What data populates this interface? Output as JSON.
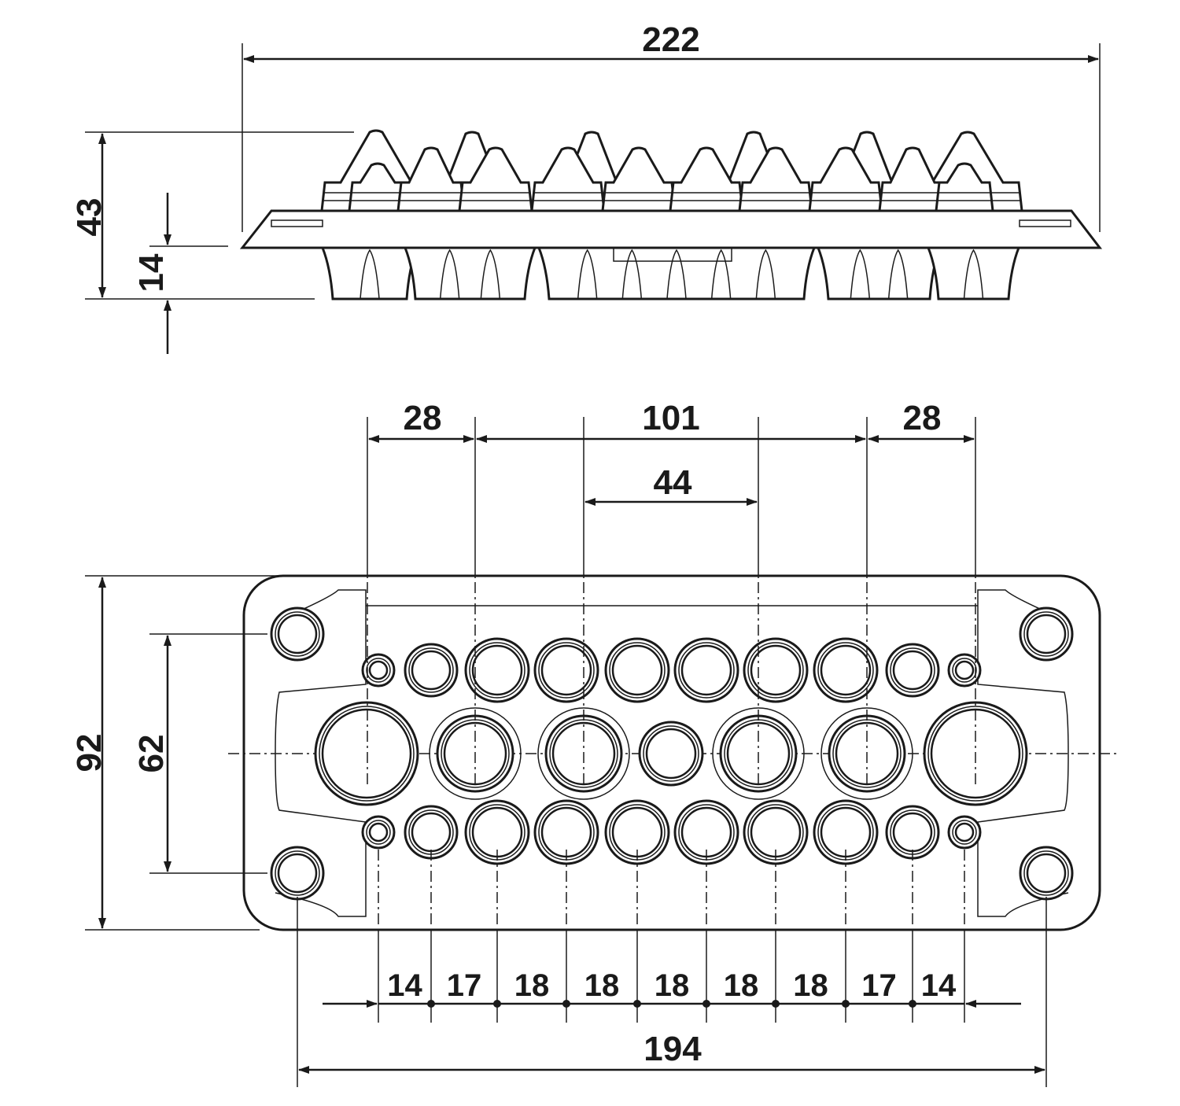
{
  "title": "Cable entry frame dimension drawing",
  "side_view": {
    "overall_width": "222",
    "overall_height": "43",
    "lower_height": "14"
  },
  "front_view": {
    "spacing_left": "28",
    "spacing_center": "101",
    "spacing_right": "28",
    "spacing_inner": "44",
    "overall_height": "92",
    "hole_height": "62",
    "pitch": [
      "14",
      "17",
      "18",
      "18",
      "18",
      "18",
      "18",
      "17",
      "14"
    ],
    "hole_span": "194"
  },
  "colors": {
    "line": "#1a1a1a",
    "background": "#ffffff"
  }
}
